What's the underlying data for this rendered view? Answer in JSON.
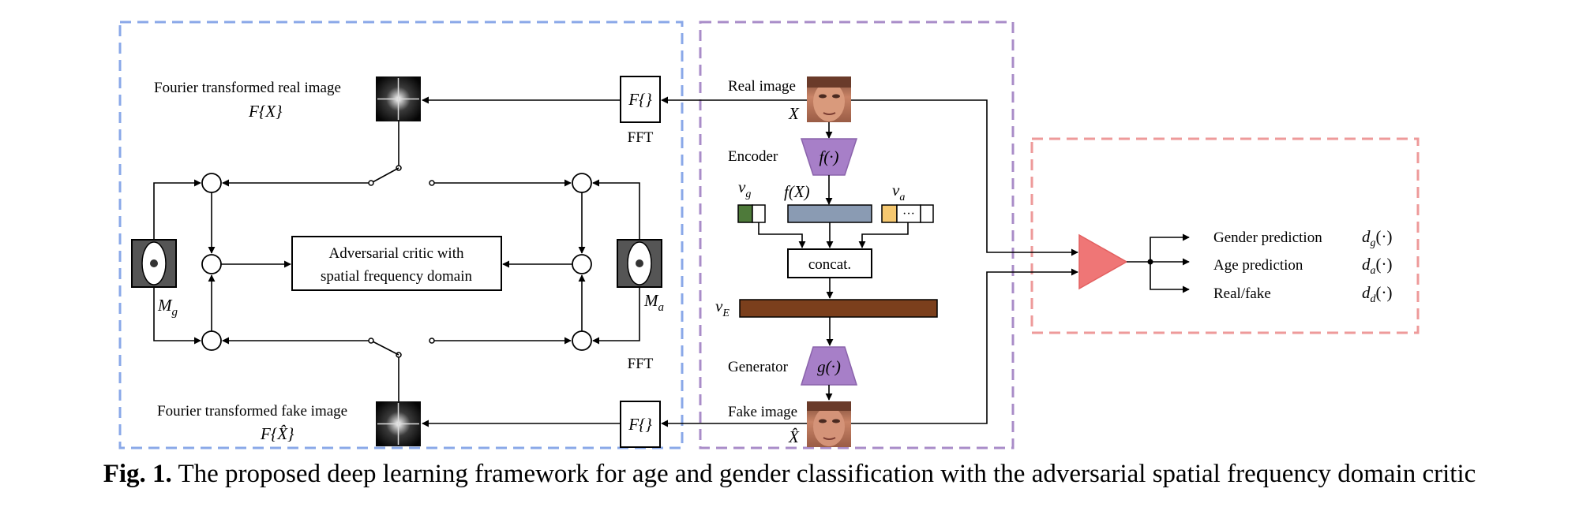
{
  "labels": {
    "fourier_real_title": "Fourier transformed real image",
    "fourier_real_math": "F{X}",
    "fourier_fake_title": "Fourier transformed fake image",
    "fourier_fake_math": "F{X̂}",
    "fft_block_top": "F{}",
    "fft_block_bottom": "F{}",
    "fft_top": "FFT",
    "fft_bottom": "FFT",
    "critic_line1": "Adversarial critic with",
    "critic_line2": "spatial frequency domain",
    "mask_g": "M",
    "mask_g_sub": "g",
    "mask_a": "M",
    "mask_a_sub": "a",
    "real_image": "Real image",
    "real_image_var": "X",
    "fake_image": "Fake image",
    "fake_image_var": "X̂",
    "encoder": "Encoder",
    "encoder_fn": "f(·)",
    "generator": "Generator",
    "generator_fn": "g(·)",
    "fx": "f(X)",
    "vg": "v",
    "vg_sub": "g",
    "va": "v",
    "va_sub": "a",
    "va_dots": "···",
    "ve": "v",
    "ve_sub": "E",
    "concat": "concat.",
    "gender_prediction": "Gender prediction",
    "age_prediction": "Age prediction",
    "real_fake": "Real/fake",
    "dg": "d",
    "dg_sub": "g",
    "dg_arg": "(·)",
    "da": "d",
    "da_sub": "a",
    "da_arg": "(·)",
    "dd": "d",
    "dd_sub": "d",
    "dd_arg": "(·)"
  },
  "caption": {
    "prefix": "Fig. 1.",
    "text": " The proposed deep learning framework for age and gender classification with the adversarial spatial frequency domain critic"
  },
  "colors": {
    "blue_box": "#8aa8e8",
    "purple_box": "#a98cc8",
    "red_box": "#ee9a9a",
    "trapezoid": "#a77fc8",
    "feature_bar": "#8a9bb3",
    "ve_bar": "#7b3f1c",
    "vg_fill": "#4e7a3a",
    "va_fill": "#f5c870",
    "triangle": "#ef7676",
    "mask_dark": "#555555"
  }
}
